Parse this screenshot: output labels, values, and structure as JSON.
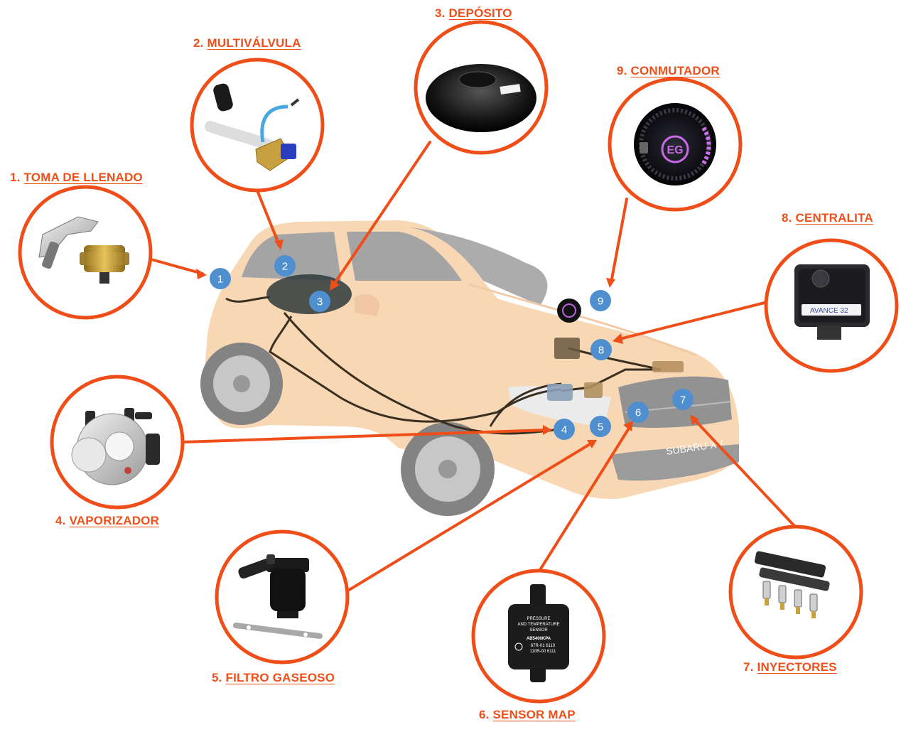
{
  "accent_color": "#f04e18",
  "marker_color": "#4f8fcf",
  "car_color": "#f2b878",
  "parts": [
    {
      "number": "1.",
      "name": "TOMA DE LLENADO",
      "icon": "filler-nozzle-icon"
    },
    {
      "number": "2.",
      "name": "MULTIVÁLVULA",
      "icon": "multivalve-icon"
    },
    {
      "number": "3.",
      "name": "DEPÓSITO",
      "icon": "toroidal-tank-icon"
    },
    {
      "number": "4.",
      "name": "VAPORIZADOR",
      "icon": "vaporizer-icon"
    },
    {
      "number": "5.",
      "name": "FILTRO GASEOSO",
      "icon": "gas-filter-icon"
    },
    {
      "number": "6.",
      "name": "SENSOR MAP",
      "icon": "map-sensor-icon"
    },
    {
      "number": "7.",
      "name": "INYECTORES",
      "icon": "injectors-icon"
    },
    {
      "number": "8.",
      "name": "CENTRALITA",
      "icon": "ecu-icon"
    },
    {
      "number": "9.",
      "name": "CONMUTADOR",
      "icon": "switch-icon"
    }
  ],
  "markers": [
    "1",
    "2",
    "3",
    "4",
    "5",
    "6",
    "7",
    "8",
    "9"
  ],
  "car": {
    "badge": "SUBARU XV"
  },
  "product_text": {
    "ecu_brand": "AVANCE 32",
    "sensor_lines": [
      "PRESSURE",
      "AND TEMPERATURE",
      "SENSOR",
      "AB5400KPA",
      "67R-01 6110",
      "110R-00 6111"
    ]
  }
}
